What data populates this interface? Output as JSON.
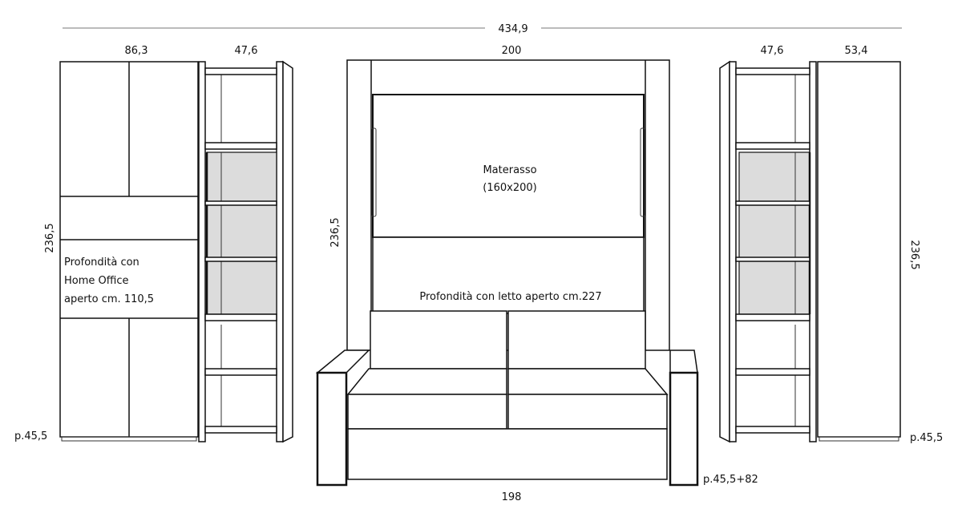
{
  "dimensions": {
    "total_width": "434,9",
    "left_cabinet_width": "86,3",
    "left_bookcase_width": "47,6",
    "bed_width": "200",
    "right_bookcase_width": "47,6",
    "right_cabinet_width": "53,4",
    "sofa_width": "198",
    "height_left": "236,5",
    "height_center": "236,5",
    "height_right": "236,5",
    "depth_left": "p.45,5",
    "depth_center": "p.45,5+82",
    "depth_right": "p.45,5"
  },
  "notes": {
    "home_office_line1": "Profondità con",
    "home_office_line2": "Home Office",
    "home_office_line3": "aperto cm. 110,5",
    "mattress_line1": "Materasso",
    "mattress_line2": "(160x200)",
    "bed_depth": "Profondità con letto aperto cm.227"
  }
}
